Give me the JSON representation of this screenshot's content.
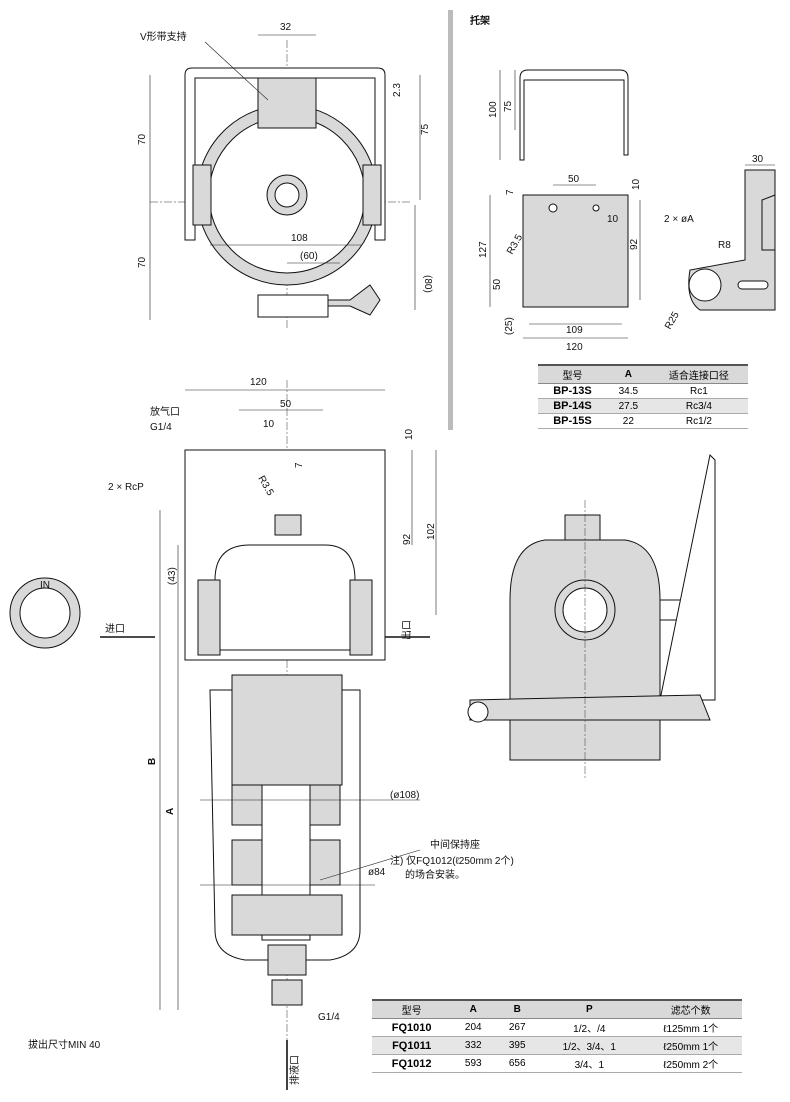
{
  "top_view": {
    "v_belt_support": "V形带支持",
    "dim_32": "32",
    "dim_2_3": "2.3",
    "dim_75": "75",
    "dim_70_top": "70",
    "dim_70_bottom": "70",
    "dim_108": "108",
    "dim_60": "(60)",
    "dim_80": "(80)"
  },
  "bracket": {
    "title": "托架",
    "dim_100": "100",
    "dim_75": "75",
    "dim_30": "30",
    "dim_7": "7",
    "dim_50_top": "50",
    "dim_10_a": "10",
    "dim_10_b": "10",
    "dim_127": "127",
    "dim_r3_5": "R3.5",
    "dim_92": "92",
    "dim_50_side": "50",
    "dim_25": "(25)",
    "dim_109": "109",
    "dim_120": "120",
    "hole_label": "2 × øA",
    "dim_r8": "R8",
    "dim_r25": "R25"
  },
  "bracket_table": {
    "headers": [
      "型号",
      "A",
      "适合连接口径"
    ],
    "rows": [
      [
        "BP-13S",
        "34.5",
        "Rc1"
      ],
      [
        "BP-14S",
        "27.5",
        "Rc3/4"
      ],
      [
        "BP-15S",
        "22",
        "Rc1/2"
      ]
    ]
  },
  "front_view": {
    "dim_120": "120",
    "vent_port": "放气口",
    "vent_thread": "G1/4",
    "dim_50": "50",
    "dim_10_a": "10",
    "dim_10_b": "10",
    "dim_7": "7",
    "dim_r3_5": "R3.5",
    "port_label": "2 × RcP",
    "dim_92": "92",
    "dim_102": "102",
    "dim_43": "(43)",
    "inlet": "进口",
    "outlet": "出口",
    "in_mark": "IN",
    "dim_b": "B",
    "dim_a": "A",
    "dim_108": "(ø108)",
    "middle_holder": "中间保持座",
    "note_line1": "注) 仅FQ1012(ℓ250mm  2个)",
    "note_line2": "的场合安装。",
    "dim_84": "ø84",
    "drain_thread": "G1/4",
    "pullout": "拔出尺寸MIN 40",
    "drain_port": "排液口"
  },
  "model_table": {
    "headers": [
      "型号",
      "A",
      "B",
      "P",
      "滤芯个数"
    ],
    "rows": [
      [
        "FQ1010",
        "204",
        "267",
        "1/2、/4",
        "ℓ125mm 1个"
      ],
      [
        "FQ1011",
        "332",
        "395",
        "1/2、3/4、1",
        "ℓ250mm 1个"
      ],
      [
        "FQ1012",
        "593",
        "656",
        "3/4、1",
        "ℓ250mm 2个"
      ]
    ]
  }
}
